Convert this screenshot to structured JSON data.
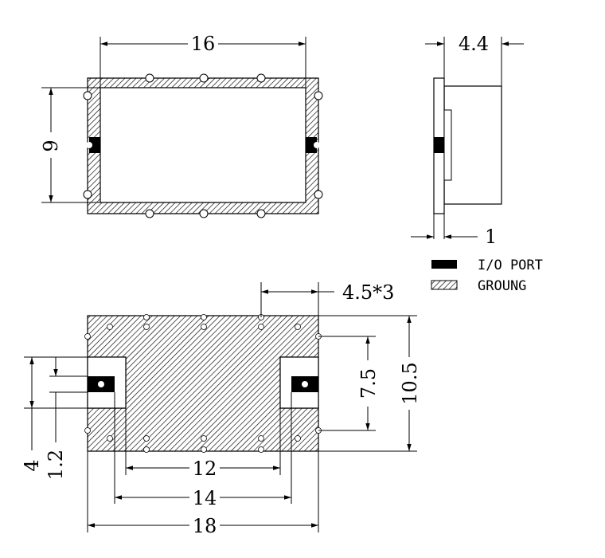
{
  "top_view": {
    "width_label": "16",
    "height_label": "9"
  },
  "side_view": {
    "thickness_label": "4.4",
    "lead_label": "1"
  },
  "legend": {
    "io_label": "I/O  PORT",
    "ground_label": "GROUNG"
  },
  "bottom_view": {
    "pitch_label": "4.5*3",
    "inner_height_label": "7.5",
    "outer_height_label": "10.5",
    "port_offset_label": "4",
    "port_size_label": "1.2",
    "inner_width_label": "12",
    "mid_width_label": "14",
    "outer_width_label": "18"
  },
  "colors": {
    "line": "#000000",
    "background": "#ffffff"
  }
}
